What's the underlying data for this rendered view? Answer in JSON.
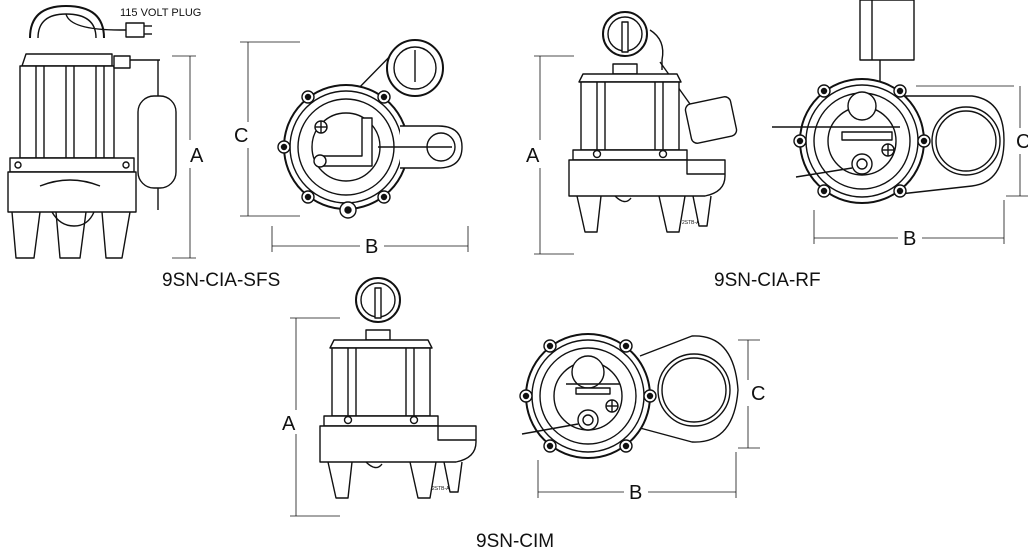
{
  "plug_label": "115 VOLT PLUG",
  "dimension_labels": {
    "a": "A",
    "b": "B",
    "c": "C"
  },
  "casting_mark": "2STB-A",
  "models": [
    {
      "id": "sfs",
      "caption": "9SN-CIA-SFS"
    },
    {
      "id": "rf",
      "caption": "9SN-CIA-RF"
    },
    {
      "id": "cim",
      "caption": "9SN-CIM"
    }
  ],
  "colors": {
    "line": "#111111",
    "body": "#ffffff"
  }
}
